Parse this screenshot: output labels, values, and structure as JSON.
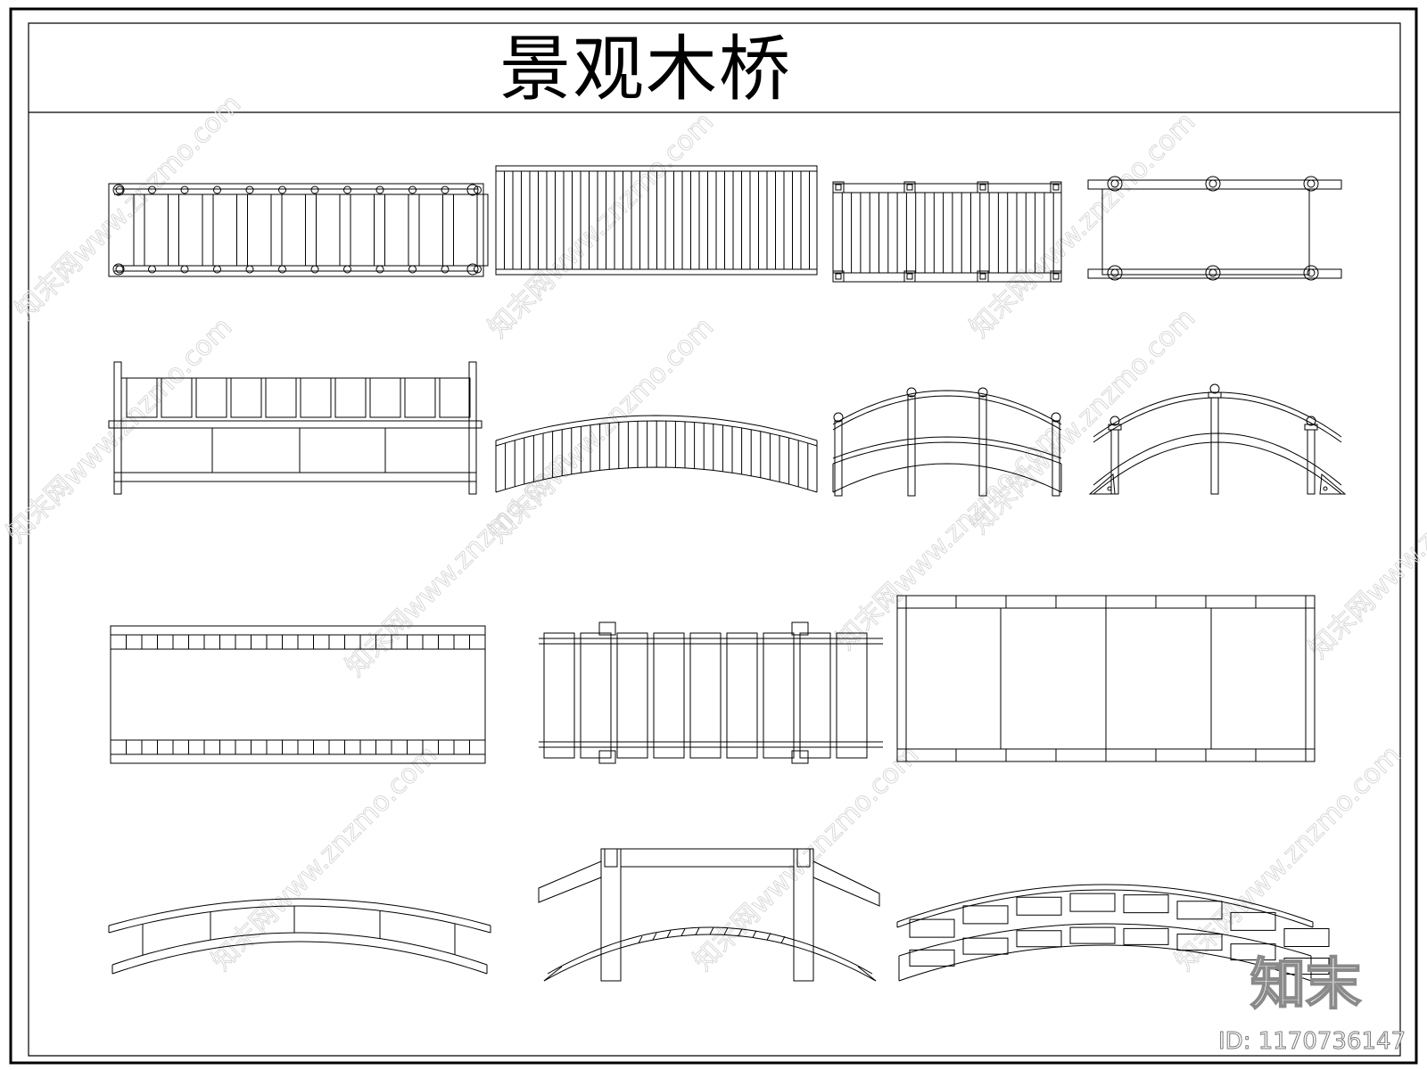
{
  "title": "景观木桥",
  "brand": {
    "logo_text": "知末",
    "id_label": "ID: 1170736147"
  },
  "watermark": {
    "text": "知末网www.znzmo.com",
    "color": "#d9d9d9"
  },
  "drawings": [
    {
      "row": 1,
      "view": "plan"
    },
    {
      "row": 1,
      "view": "plan"
    },
    {
      "row": 1,
      "view": "plan"
    },
    {
      "row": 1,
      "view": "plan"
    },
    {
      "row": 2,
      "view": "elevation"
    },
    {
      "row": 2,
      "view": "elevation"
    },
    {
      "row": 2,
      "view": "elevation"
    },
    {
      "row": 2,
      "view": "elevation"
    },
    {
      "row": 3,
      "view": "plan"
    },
    {
      "row": 3,
      "view": "plan"
    },
    {
      "row": 3,
      "view": "plan"
    },
    {
      "row": 4,
      "view": "elevation"
    },
    {
      "row": 4,
      "view": "elevation"
    },
    {
      "row": 4,
      "view": "elevation"
    }
  ]
}
